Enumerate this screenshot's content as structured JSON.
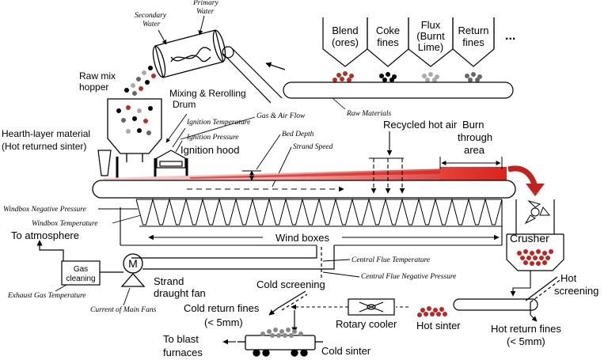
{
  "hoppers": [
    {
      "line1": "Blend",
      "line2": "(ores)"
    },
    {
      "line1": "Coke",
      "line2": "fines"
    },
    {
      "line1": "Flux",
      "line2": "(Burnt",
      "line3": "Lime)"
    },
    {
      "line1": "Return",
      "line2": "fines"
    }
  ],
  "hoppers_more": "...",
  "labels": {
    "secondary_water_1": "Secondary",
    "secondary_water_2": "Water",
    "primary_water_1": "Primary",
    "primary_water_2": "Water",
    "raw_mix_hopper_1": "Raw mix",
    "raw_mix_hopper_2": "hopper",
    "mixing_drum_1": "Mixing & Rerolling",
    "mixing_drum_2": "Drum",
    "raw_materials": "Raw Materials",
    "gas_air_flow": "Gas & Air Flow",
    "ignition_temperature": "Ignition Temperature",
    "ignition_pressure": "Ignition Pressure",
    "ignition_hood": "Ignition hood",
    "bed_depth": "Bed Depth",
    "strand_speed": "Strand Speed",
    "hearth_layer_1": "Hearth-layer material",
    "hearth_layer_2": "(Hot returned sinter)",
    "recycled_hot_air": "Recycled hot air",
    "burn_through_1": "Burn",
    "burn_through_2": "through",
    "burn_through_3": "area",
    "windbox_negative_pressure": "Windbox Negative Pressure",
    "windbox_temperature": "Windbox Temperature",
    "to_atmosphere": "To atmosphere",
    "wind_boxes": "Wind boxes",
    "crusher": "Crusher",
    "gas_cleaning_1": "Gas",
    "gas_cleaning_2": "cleaning",
    "fan_symbol": "M",
    "central_flue_temperature": "Central Flue Temperature",
    "central_flue_negative_pressure": "Central Flue Negative Pressure",
    "exhaust_gas_temperature": "Exhaust Gas Temperature",
    "strand_draught_fan_1": "Strand",
    "strand_draught_fan_2": "draught fan",
    "current_main_fans": "Current of Main Fans",
    "cold_screening": "Cold screening",
    "hot_screening_1": "Hot",
    "hot_screening_2": "screening",
    "cold_return_fines_1": "Cold return fines",
    "cold_return_fines_2": "(< 5mm)",
    "rotary_cooler": "Rotary cooler",
    "hot_sinter": "Hot sinter",
    "hot_return_fines_1": "Hot return fines",
    "hot_return_fines_2": "(< 5mm)",
    "to_blast_1": "To blast",
    "to_blast_2": "furnaces",
    "cold_sinter": "Cold sinter"
  },
  "colors": {
    "sinter_red": "#d9241f",
    "bed_pink": "#f4c2c0",
    "line": "#000000"
  }
}
